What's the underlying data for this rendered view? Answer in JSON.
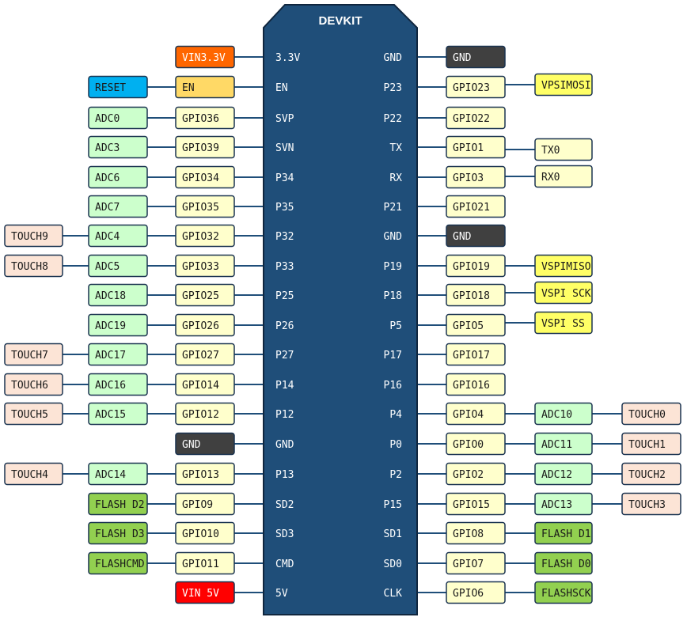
{
  "board": {
    "title": "DEVKIT"
  },
  "colors": {
    "board": "#1f4e79",
    "gnd": "#404040",
    "power3v3": "#ff6600",
    "power5v": "#ff0000",
    "reset": "#00b0f0",
    "en": "#ffd966",
    "gpio": "#ffffcc",
    "adc": "#ccffcc",
    "touch": "#fce4d6",
    "spi_uart": "#ffff66",
    "flash": "#92d050"
  },
  "left_pins": [
    {
      "pin": "3.3V",
      "labels": [
        {
          "text": "VIN3.3V",
          "kind": "power3v3"
        }
      ]
    },
    {
      "pin": "EN",
      "labels": [
        {
          "text": "EN",
          "kind": "en"
        },
        {
          "text": "RESET",
          "kind": "reset"
        }
      ]
    },
    {
      "pin": "SVP",
      "labels": [
        {
          "text": "GPIO36",
          "kind": "gpio"
        },
        {
          "text": "ADC0",
          "kind": "adc"
        }
      ]
    },
    {
      "pin": "SVN",
      "labels": [
        {
          "text": "GPIO39",
          "kind": "gpio"
        },
        {
          "text": "ADC3",
          "kind": "adc"
        }
      ]
    },
    {
      "pin": "P34",
      "labels": [
        {
          "text": "GPIO34",
          "kind": "gpio"
        },
        {
          "text": "ADC6",
          "kind": "adc"
        }
      ]
    },
    {
      "pin": "P35",
      "labels": [
        {
          "text": "GPIO35",
          "kind": "gpio"
        },
        {
          "text": "ADC7",
          "kind": "adc"
        }
      ]
    },
    {
      "pin": "P32",
      "labels": [
        {
          "text": "GPIO32",
          "kind": "gpio"
        },
        {
          "text": "ADC4",
          "kind": "adc"
        },
        {
          "text": "TOUCH9",
          "kind": "touch"
        }
      ]
    },
    {
      "pin": "P33",
      "labels": [
        {
          "text": "GPIO33",
          "kind": "gpio"
        },
        {
          "text": "ADC5",
          "kind": "adc"
        },
        {
          "text": "TOUCH8",
          "kind": "touch"
        }
      ]
    },
    {
      "pin": "P25",
      "labels": [
        {
          "text": "GPIO25",
          "kind": "gpio"
        },
        {
          "text": "ADC18",
          "kind": "adc"
        }
      ]
    },
    {
      "pin": "P26",
      "labels": [
        {
          "text": "GPIO26",
          "kind": "gpio"
        },
        {
          "text": "ADC19",
          "kind": "adc"
        }
      ]
    },
    {
      "pin": "P27",
      "labels": [
        {
          "text": "GPIO27",
          "kind": "gpio"
        },
        {
          "text": "ADC17",
          "kind": "adc"
        },
        {
          "text": "TOUCH7",
          "kind": "touch"
        }
      ]
    },
    {
      "pin": "P14",
      "labels": [
        {
          "text": "GPIO14",
          "kind": "gpio"
        },
        {
          "text": "ADC16",
          "kind": "adc"
        },
        {
          "text": "TOUCH6",
          "kind": "touch"
        }
      ]
    },
    {
      "pin": "P12",
      "labels": [
        {
          "text": "GPIO12",
          "kind": "gpio"
        },
        {
          "text": "ADC15",
          "kind": "adc"
        },
        {
          "text": "TOUCH5",
          "kind": "touch"
        }
      ]
    },
    {
      "pin": "GND",
      "labels": [
        {
          "text": "GND",
          "kind": "gnd"
        }
      ]
    },
    {
      "pin": "P13",
      "labels": [
        {
          "text": "GPIO13",
          "kind": "gpio"
        },
        {
          "text": "ADC14",
          "kind": "adc"
        },
        {
          "text": "TOUCH4",
          "kind": "touch"
        }
      ]
    },
    {
      "pin": "SD2",
      "labels": [
        {
          "text": "GPIO9",
          "kind": "gpio"
        },
        {
          "text": "FLASH D2",
          "kind": "flash"
        }
      ]
    },
    {
      "pin": "SD3",
      "labels": [
        {
          "text": "GPIO10",
          "kind": "gpio"
        },
        {
          "text": "FLASH D3",
          "kind": "flash"
        }
      ]
    },
    {
      "pin": "CMD",
      "labels": [
        {
          "text": "GPIO11",
          "kind": "gpio"
        },
        {
          "text": "FLASHCMD",
          "kind": "flash"
        }
      ]
    },
    {
      "pin": "5V",
      "labels": [
        {
          "text": "VIN 5V",
          "kind": "power5v"
        }
      ]
    }
  ],
  "right_pins": [
    {
      "pin": "GND",
      "labels": [
        {
          "text": "GND",
          "kind": "gnd"
        }
      ]
    },
    {
      "pin": "P23",
      "labels": [
        {
          "text": "GPIO23",
          "kind": "gpio"
        },
        {
          "text": "VPSIMOSI",
          "kind": "spi_uart"
        }
      ]
    },
    {
      "pin": "P22",
      "labels": [
        {
          "text": "GPIO22",
          "kind": "gpio"
        }
      ]
    },
    {
      "pin": "TX",
      "labels": [
        {
          "text": "GPIO1",
          "kind": "gpio"
        },
        {
          "text": "TX0",
          "kind": "gpio"
        }
      ]
    },
    {
      "pin": "RX",
      "labels": [
        {
          "text": "GPIO3",
          "kind": "gpio"
        },
        {
          "text": "RX0",
          "kind": "gpio"
        }
      ]
    },
    {
      "pin": "P21",
      "labels": [
        {
          "text": "GPIO21",
          "kind": "gpio"
        }
      ]
    },
    {
      "pin": "GND",
      "labels": [
        {
          "text": "GND",
          "kind": "gnd"
        }
      ]
    },
    {
      "pin": "P19",
      "labels": [
        {
          "text": "GPIO19",
          "kind": "gpio"
        },
        {
          "text": "VSPIMISO",
          "kind": "spi_uart"
        }
      ]
    },
    {
      "pin": "P18",
      "labels": [
        {
          "text": "GPIO18",
          "kind": "gpio"
        },
        {
          "text": "VSPI SCK",
          "kind": "spi_uart"
        }
      ]
    },
    {
      "pin": "P5",
      "labels": [
        {
          "text": "GPIO5",
          "kind": "gpio"
        },
        {
          "text": "VSPI SS",
          "kind": "spi_uart"
        }
      ]
    },
    {
      "pin": "P17",
      "labels": [
        {
          "text": "GPIO17",
          "kind": "gpio"
        }
      ]
    },
    {
      "pin": "P16",
      "labels": [
        {
          "text": "GPIO16",
          "kind": "gpio"
        }
      ]
    },
    {
      "pin": "P4",
      "labels": [
        {
          "text": "GPIO4",
          "kind": "gpio"
        },
        {
          "text": "ADC10",
          "kind": "adc"
        },
        {
          "text": "TOUCH0",
          "kind": "touch"
        }
      ]
    },
    {
      "pin": "P0",
      "labels": [
        {
          "text": "GPIO0",
          "kind": "gpio"
        },
        {
          "text": "ADC11",
          "kind": "adc"
        },
        {
          "text": "TOUCH1",
          "kind": "touch"
        }
      ]
    },
    {
      "pin": "P2",
      "labels": [
        {
          "text": "GPIO2",
          "kind": "gpio"
        },
        {
          "text": "ADC12",
          "kind": "adc"
        },
        {
          "text": "TOUCH2",
          "kind": "touch"
        }
      ]
    },
    {
      "pin": "P15",
      "labels": [
        {
          "text": "GPIO15",
          "kind": "gpio"
        },
        {
          "text": "ADC13",
          "kind": "adc"
        },
        {
          "text": "TOUCH3",
          "kind": "touch"
        }
      ]
    },
    {
      "pin": "SD1",
      "labels": [
        {
          "text": "GPIO8",
          "kind": "gpio"
        },
        {
          "text": "FLASH D1",
          "kind": "flash"
        }
      ]
    },
    {
      "pin": "SD0",
      "labels": [
        {
          "text": "GPIO7",
          "kind": "gpio"
        },
        {
          "text": "FLASH D0",
          "kind": "flash"
        }
      ]
    },
    {
      "pin": "CLK",
      "labels": [
        {
          "text": "GPIO6",
          "kind": "gpio"
        },
        {
          "text": "FLASHSCK",
          "kind": "flash"
        }
      ]
    }
  ]
}
